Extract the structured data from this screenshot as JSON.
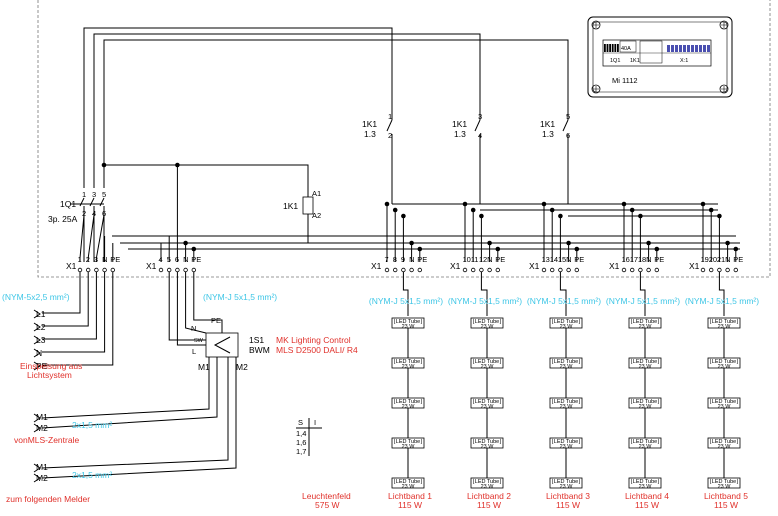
{
  "panel": {
    "title": "Mi 1112",
    "cells": [
      "40A",
      "1Q1",
      "1K1",
      "X:1"
    ]
  },
  "feed": {
    "cable": "(NYM-5x2,5 mm²)",
    "lines": [
      "L1",
      "L2",
      "L3",
      "N",
      "PE"
    ],
    "caption_1": "Einspeisung aus",
    "caption_2": "Lichtsystem"
  },
  "breaker": {
    "name": "1Q1",
    "spec": "3p. 25A",
    "top_terms": [
      "1",
      "3",
      "5"
    ],
    "bot_terms": [
      "2",
      "4",
      "6"
    ]
  },
  "contactor_coil": {
    "name": "1K1",
    "a1": "A1",
    "a2": "A2"
  },
  "contacts": [
    {
      "name": "1K1",
      "ref": "1.3",
      "top": "1",
      "bot": "2"
    },
    {
      "name": "1K1",
      "ref": "1.3",
      "top": "3",
      "bot": "4"
    },
    {
      "name": "1K1",
      "ref": "1.3",
      "top": "5",
      "bot": "6"
    }
  ],
  "terminal_strips": [
    {
      "label": "X1",
      "terms": [
        "1",
        "2",
        "3",
        "N",
        "PE"
      ]
    },
    {
      "label": "X1",
      "terms": [
        "4",
        "5",
        "6",
        "N",
        "PE"
      ]
    },
    {
      "label": "X1",
      "terms": [
        "7",
        "8",
        "9",
        "N",
        "PE"
      ]
    },
    {
      "label": "X1",
      "terms": [
        "10",
        "11",
        "12",
        "N",
        "PE"
      ]
    },
    {
      "label": "X1",
      "terms": [
        "13",
        "14",
        "15",
        "N",
        "PE"
      ]
    },
    {
      "label": "X1",
      "terms": [
        "16",
        "17",
        "18",
        "N",
        "PE"
      ]
    },
    {
      "label": "X1",
      "terms": [
        "19",
        "20",
        "21",
        "N",
        "PE"
      ]
    }
  ],
  "sensor": {
    "cable": "(NYM-J 5x1,5 mm²)",
    "name": "1S1",
    "type": "BWM",
    "desc_1": "MK Lighting Control",
    "desc_2": "MLS D2500 DALI/ R4",
    "pins": [
      "PE",
      "N",
      "SW",
      "L"
    ],
    "bus_1": "M1",
    "bus_2": "M2"
  },
  "bus_links": [
    {
      "m1": "M1",
      "m2": "M2",
      "cable": "2x1,5 mm²",
      "caption": "vonMLS-Zentrale"
    },
    {
      "m1": "M1",
      "m2": "M2",
      "cable": "2x1,5 mm²",
      "caption": "zum folgenden Melder"
    }
  ],
  "legend": {
    "h1": "S",
    "h2": "I",
    "rows": [
      "1,4",
      "1,6",
      "1,7"
    ]
  },
  "field": {
    "name": "Leuchtenfeld",
    "power": "575 W"
  },
  "light_bands": [
    {
      "cable": "(NYM-J 5x1,5 mm²)",
      "name": "Lichtband 1",
      "power": "115 W"
    },
    {
      "cable": "(NYM-J 5x1,5 mm²)",
      "name": "Lichtband 2",
      "power": "115 W"
    },
    {
      "cable": "(NYM-J 5x1,5 mm²)",
      "name": "Lichtband 3",
      "power": "115 W"
    },
    {
      "cable": "(NYM-J 5x1,5 mm²)",
      "name": "Lichtband 4",
      "power": "115 W"
    },
    {
      "cable": "(NYM-J 5x1,5 mm²)",
      "name": "Lichtband 5",
      "power": "115 W"
    }
  ],
  "lamp": {
    "name": "LED Tube",
    "power": "23 W",
    "per_band": 5
  },
  "colors": {
    "wire": "#000000",
    "label_red": "#e0312b",
    "label_cyan": "#3ec6e6"
  }
}
